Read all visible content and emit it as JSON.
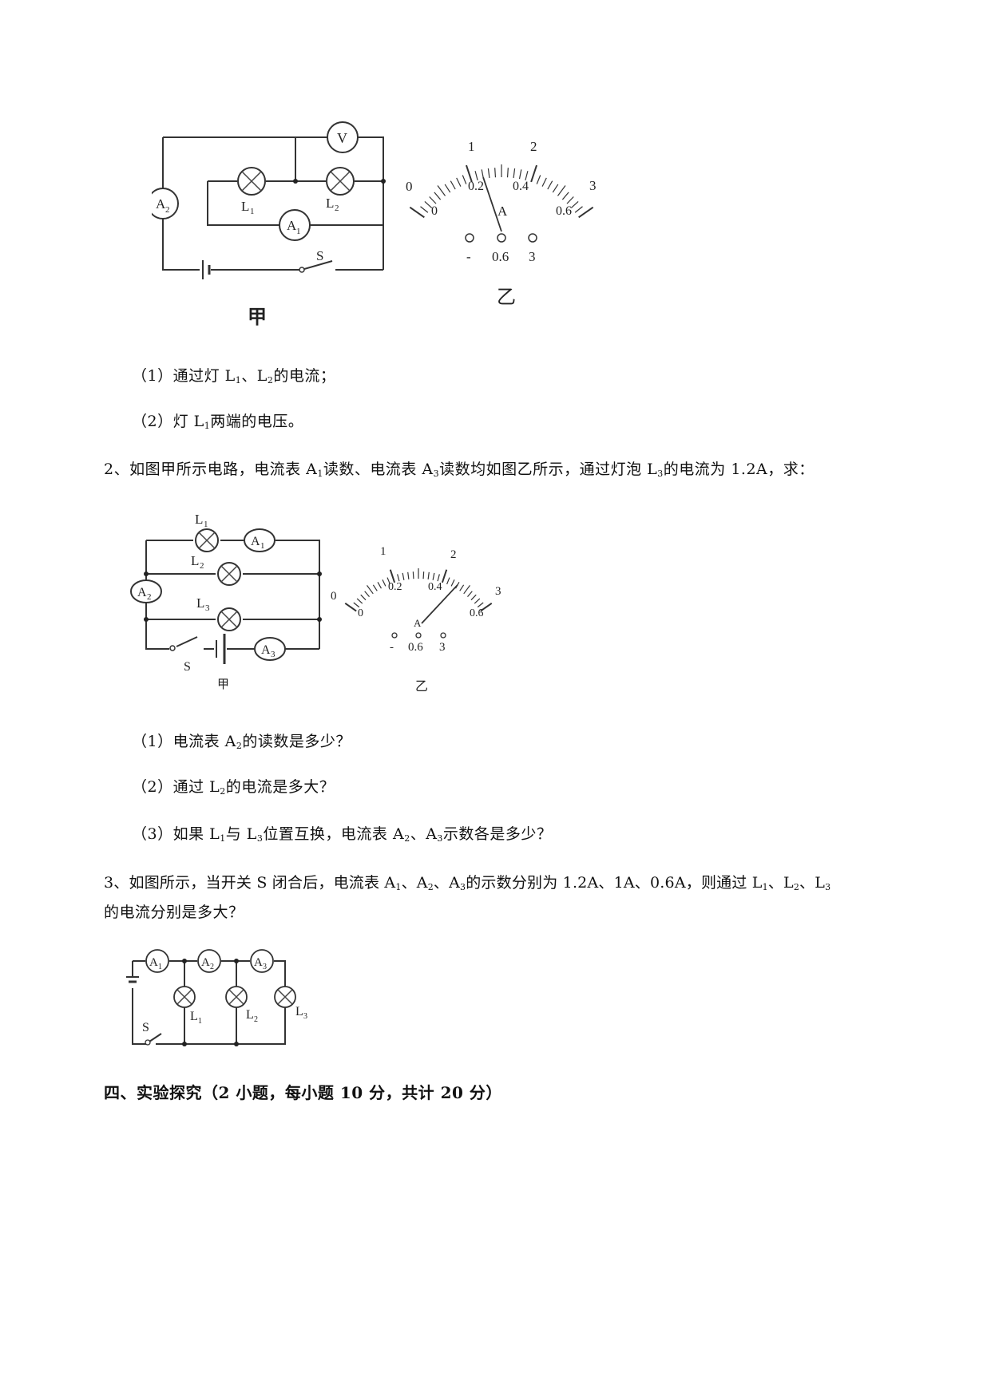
{
  "fig1": {
    "voltmeter": "V",
    "ammeter_a2": "A",
    "ammeter_a2_sub": "2",
    "ammeter_a1": "A",
    "ammeter_a1_sub": "1",
    "lamp1": "L",
    "lamp1_sub": "1",
    "lamp2": "L",
    "lamp2_sub": "2",
    "switch": "S",
    "caption_left": "甲",
    "caption_right": "乙",
    "meter": {
      "top_scale": [
        "0",
        "1",
        "2",
        "3"
      ],
      "bottom_scale": [
        "0",
        "0.2",
        "0.4",
        "0.6"
      ],
      "unit": "A",
      "terminals": [
        "-",
        "0.6",
        "3"
      ],
      "needle_reading_0_6": 0.24
    }
  },
  "q1_sub1": {
    "pre": "（1）通过灯 L",
    "s1": "1",
    "mid": "、L",
    "s2": "2",
    "post": "的电流；"
  },
  "q1_sub2": {
    "pre": "（2）灯 L",
    "s1": "1",
    "post": "两端的电压。"
  },
  "q2": {
    "stem_a": "2、如图甲所示电路，电流表 A",
    "s1": "1",
    "stem_b": "读数、电流表 A",
    "s2": "3",
    "stem_c": "读数均如图乙所示，通过灯泡 L",
    "s3": "3",
    "stem_d": "的电流为 1.2A，求："
  },
  "fig2": {
    "lamp1": "L",
    "lamp1_sub": "1",
    "lamp2": "L",
    "lamp2_sub": "2",
    "lamp3": "L",
    "lamp3_sub": "3",
    "ammeter_a1": "A",
    "ammeter_a1_sub": "1",
    "ammeter_a2": "A",
    "ammeter_a2_sub": "2",
    "ammeter_a3": "A",
    "ammeter_a3_sub": "3",
    "switch": "S",
    "caption_left": "甲",
    "caption_right": "乙",
    "meter": {
      "top_scale": [
        "0",
        "1",
        "2",
        "3"
      ],
      "bottom_scale": [
        "0",
        "0.2",
        "0.4",
        "0.6"
      ],
      "unit": "A",
      "terminals": [
        "-",
        "0.6",
        "3"
      ],
      "needle_reading_0_6": 0.46
    }
  },
  "q2_sub1": {
    "pre": "（1）电流表 A",
    "s1": "2",
    "post": "的读数是多少？"
  },
  "q2_sub2": {
    "pre": "（2）通过 L",
    "s1": "2",
    "post": "的电流是多大？"
  },
  "q2_sub3": {
    "pre": "（3）如果 L",
    "s1": "1",
    "mid1": "与 L",
    "s2": "3",
    "mid2": "位置互换，电流表 A",
    "s3": "2",
    "mid3": "、A",
    "s4": "3",
    "post": "示数各是多少？"
  },
  "q3": {
    "l1a": "3、如图所示，当开关 S 闭合后，电流表 A",
    "s1": "1",
    "l1b": "、A",
    "s2": "2",
    "l1c": "、A",
    "s3": "3",
    "l1d": "的示数分别为 1.2A、1A、0.6A，则通过 L",
    "s4": "1",
    "l1e": "、L",
    "s5": "2",
    "l1f": "、L",
    "s6": "3",
    "line2": "的电流分别是多大？"
  },
  "fig3": {
    "ammeter_a1": "A",
    "ammeter_a1_sub": "1",
    "ammeter_a2": "A",
    "ammeter_a2_sub": "2",
    "ammeter_a3": "A",
    "ammeter_a3_sub": "3",
    "lamp1": "L",
    "lamp1_sub": "1",
    "lamp2": "L",
    "lamp2_sub": "2",
    "lamp3": "L",
    "lamp3_sub": "3",
    "switch": "S"
  },
  "section4": "四、实验探究（2 小题，每小题 10 分，共计 20 分）"
}
